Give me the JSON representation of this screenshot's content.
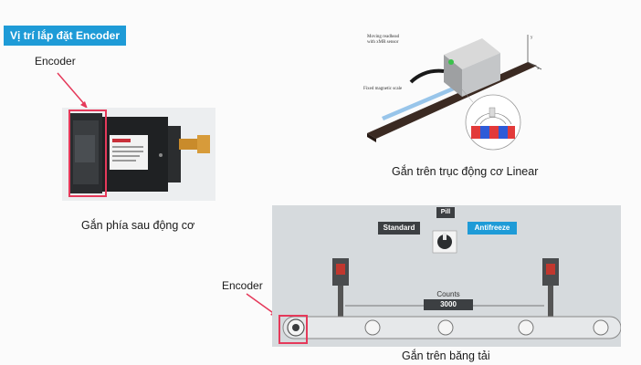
{
  "title": "Vị trí lắp đặt Encoder",
  "left_panel": {
    "encoder_label": "Encoder",
    "caption": "Gắn phía sau động cơ"
  },
  "linear_panel": {
    "moving_readhead": "Moving readhead",
    "with_amr_sensor": "with xMR sensor",
    "fixed_scale": "Fixed magnetic scale",
    "caption": "Gắn trên trục động cơ Linear"
  },
  "conveyor_panel": {
    "encoder_label": "Encoder",
    "pill": "Pill",
    "standard": "Standard",
    "antifreeze": "Antifreeze",
    "counts_label": "Counts",
    "counts_value": "3000",
    "caption": "Gắn trên băng tải"
  },
  "colors": {
    "accent": "#1e9bd7",
    "highlight": "#e5395a"
  }
}
